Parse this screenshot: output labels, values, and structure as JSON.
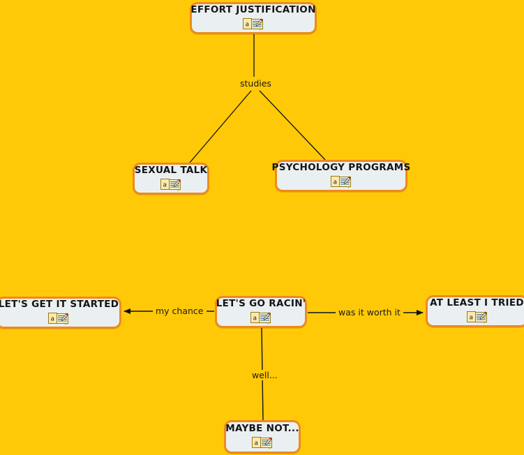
{
  "diagram": {
    "title": "Effort Justification concept map",
    "background_color": "#ffc907",
    "node_border_color": "#ee8a1c",
    "node_fill_color": "#eaf0f2",
    "edge_color": "#111111",
    "icon_name": "note-annotation-icon"
  },
  "nodes": {
    "effort_justification": {
      "label": "EFFORT JUSTIFICATION",
      "icon": "note-annotation-icon"
    },
    "sexual_talk": {
      "label": "SEXUAL TALK",
      "icon": "note-annotation-icon"
    },
    "psychology_programs": {
      "label": "PSYCHOLOGY PROGRAMS",
      "icon": "note-annotation-icon"
    },
    "lets_get_it_started": {
      "label": "LET'S GET IT STARTED",
      "icon": "note-annotation-icon"
    },
    "lets_go_racin": {
      "label": "LET'S GO RACIN'",
      "icon": "note-annotation-icon"
    },
    "at_least_i_tried": {
      "label": "AT LEAST I TRIED",
      "icon": "note-annotation-icon"
    },
    "maybe_not": {
      "label": "MAYBE NOT...",
      "icon": "note-annotation-icon"
    }
  },
  "edges": {
    "studies": {
      "label": "studies",
      "from": "effort_justification",
      "to": "sexual_talk, psychology_programs",
      "arrow": "none"
    },
    "my_chance": {
      "label": "my chance",
      "from": "lets_go_racin",
      "to": "lets_get_it_started",
      "arrow": "left"
    },
    "was_it_worth_it": {
      "label": "was it worth it",
      "from": "lets_go_racin",
      "to": "at_least_i_tried",
      "arrow": "right"
    },
    "well": {
      "label": "well...",
      "from": "lets_go_racin",
      "to": "maybe_not",
      "arrow": "none"
    }
  }
}
